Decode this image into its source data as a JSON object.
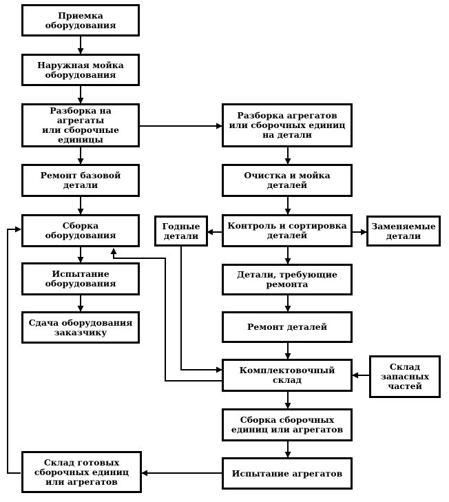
{
  "colors": {
    "line": "#000000",
    "background": "#ffffff"
  },
  "boxes": {
    "priemka": "Приемка\nоборудования",
    "moika": "Наружная мойка\nоборудования",
    "razborka_agr": "Разборка на агрегаты\nили сборочные\nединицы",
    "remont_baz": "Ремонт базовой\nдетали",
    "sborka_obor": "Сборка\nоборудования",
    "ispytanie_obor": "Испытание\nоборудования",
    "sdacha": "Сдача оборудования\nзаказчику",
    "razborka_det": "Разборка агрегатов\nили сборочных единиц\nна детали",
    "ochistka": "Очистка и мойка\nдеталей",
    "kontrol": "Контроль и сортировка\nдеталей",
    "godnye": "Годные\nдетали",
    "zamenyaemye": "Заменяемые\nдетали",
    "trebuyuschie": "Детали, требующие\nремонта",
    "remont_det": "Ремонт деталей",
    "komplekt": "Комплектовочный\nсклад",
    "sklad_zap": "Склад\nзапасных\nчастей",
    "sborka_sb": "Сборка сборочных\nединиц или агрегатов",
    "ispytanie_agr": "Испытание агрегатов",
    "sklad_got": "Склад готовых\nсборочных единиц\nили агрегатов"
  }
}
